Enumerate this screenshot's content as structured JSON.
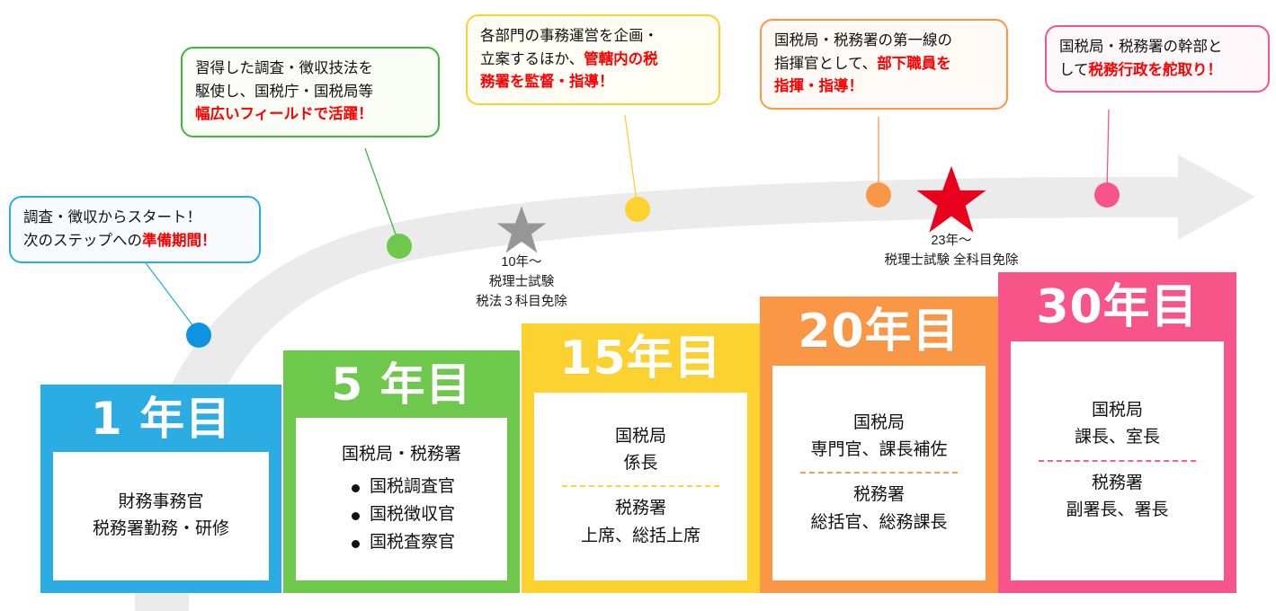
{
  "theme": {
    "arrow_color": "#ebebeb",
    "blue": "#2BACE2",
    "green": "#6DC84C",
    "yellow": "#FCD230",
    "orange": "#F99746",
    "pink": "#F7548A",
    "highlight_red": "#FF0000",
    "gray_star": "#969696",
    "red_star": "#E8001C"
  },
  "callouts": [
    {
      "id": "callout-1",
      "border": "#2BACE2",
      "bg": "#F7FBFD",
      "lines": [
        [
          {
            "t": "調査・徴収からスタート！",
            "hl": false
          }
        ],
        [
          {
            "t": "次のステップへの",
            "hl": false
          },
          {
            "t": "準備期間！",
            "hl": true
          }
        ]
      ]
    },
    {
      "id": "callout-2",
      "border": "#3FB73F",
      "bg": "#FBFDF7",
      "lines": [
        [
          {
            "t": "習得した調査・徴収技法を",
            "hl": false
          }
        ],
        [
          {
            "t": "駆使し、国税庁・国税局等",
            "hl": false
          }
        ],
        [
          {
            "t": "幅広いフィールドで活躍！",
            "hl": true
          }
        ]
      ]
    },
    {
      "id": "callout-3",
      "border": "#FCD230",
      "bg": "#FFFDF4",
      "lines": [
        [
          {
            "t": "各部門の事務運営を企画・",
            "hl": false
          }
        ],
        [
          {
            "t": "立案するほか、",
            "hl": false
          },
          {
            "t": "管轄内の税",
            "hl": true
          }
        ],
        [
          {
            "t": "務署を監督・指導！",
            "hl": true
          }
        ]
      ]
    },
    {
      "id": "callout-4",
      "border": "#F99746",
      "bg": "#FFFAF5",
      "lines": [
        [
          {
            "t": "国税局・税務署の第一線の",
            "hl": false
          }
        ],
        [
          {
            "t": "指揮官として、",
            "hl": false
          },
          {
            "t": "部下職員を",
            "hl": true
          }
        ],
        [
          {
            "t": "指揮・指導！",
            "hl": true
          }
        ]
      ]
    },
    {
      "id": "callout-5",
      "border": "#F7548A",
      "bg": "#FFF8FB",
      "lines": [
        [
          {
            "t": "国税局・税務署の幹部と",
            "hl": false
          }
        ],
        [
          {
            "t": "して",
            "hl": false
          },
          {
            "t": "税務行政を舵取り！",
            "hl": true
          }
        ]
      ]
    }
  ],
  "milestones": [
    {
      "id": "milestone-gray-star",
      "icon": "star-icon",
      "color": "#969696",
      "caption": [
        "10年〜",
        "税理士試験",
        "税法３科目免除"
      ]
    },
    {
      "id": "milestone-red-star",
      "icon": "star-icon",
      "color": "#E8001C",
      "caption": [
        "23年〜",
        "税理士試験 全科目免除"
      ]
    }
  ],
  "steps": [
    {
      "id": "step-year-1",
      "year": "1 年目",
      "color": "#2BACE2",
      "header": null,
      "lines": [
        "財務事務官",
        "税務署勤務・研修"
      ],
      "bullets": [],
      "divider": false,
      "lines2": []
    },
    {
      "id": "step-year-5",
      "year": "5 年目",
      "color": "#6DC84C",
      "header": "国税局・税務署",
      "lines": [],
      "bullets": [
        "国税調査官",
        "国税徴収官",
        "国税査察官"
      ],
      "divider": false,
      "lines2": []
    },
    {
      "id": "step-year-15",
      "year": "15年目",
      "color": "#FCD230",
      "header": null,
      "lines": [
        "国税局",
        "係長"
      ],
      "bullets": [],
      "divider": true,
      "lines2": [
        "税務署",
        "上席、総括上席"
      ]
    },
    {
      "id": "step-year-20",
      "year": "20年目",
      "color": "#F99746",
      "header": null,
      "lines": [
        "国税局",
        "専門官、課長補佐"
      ],
      "bullets": [],
      "divider": true,
      "lines2": [
        "税務署",
        "総括官、総務課長"
      ]
    },
    {
      "id": "step-year-30",
      "year": "30年目",
      "color": "#F7548A",
      "header": null,
      "lines": [
        "国税局",
        "課長、室長"
      ],
      "bullets": [],
      "divider": true,
      "lines2": [
        "税務署",
        "副署長、署長"
      ]
    }
  ]
}
